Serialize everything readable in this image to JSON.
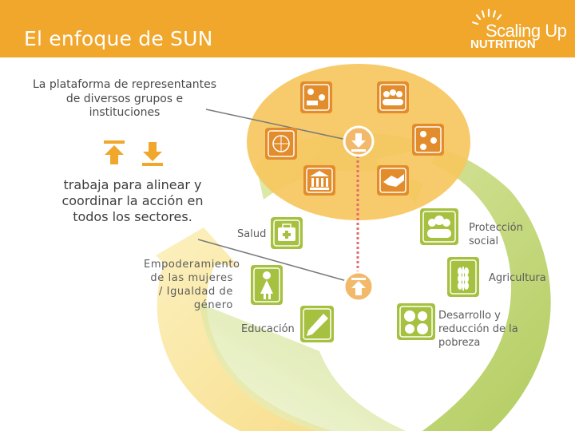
{
  "slide": {
    "title": "El enfoque de SUN",
    "logo": {
      "line1": "Scaling Up",
      "line2": "NUTRITION"
    },
    "text_platform": "La plataforma de representantes de diversos grupos e instituciones",
    "text_works": "trabaja para alinear y coordinar la acción en todos los sectores.",
    "sectors": {
      "salud": "Salud",
      "empowerment": "Empoderamiento de las mujeres / Igualdad de género",
      "educacion": "Educación",
      "proteccion": "Protección social",
      "agricultura": "Agricultura",
      "desarrollo": "Desarrollo y reducción de la pobreza"
    }
  },
  "icons": [
    "arrow-up-icon",
    "arrow-down-icon",
    "meeting-icon",
    "group-icon",
    "un-emblem-icon",
    "download-icon",
    "coins-icon",
    "bank-icon",
    "handshake-icon",
    "first-aid-kit-icon",
    "people-icon",
    "woman-icon",
    "wheat-icon",
    "upload-icon",
    "pencil-icon",
    "circles-icon"
  ],
  "colors": {
    "header": "#f0a72c",
    "orange_icon": "#e38c2b",
    "platform_ellipse": "#f6c75e",
    "arrow_light": "#f8e294",
    "green": "#b3cc5a",
    "text": "#4a4a4a"
  }
}
